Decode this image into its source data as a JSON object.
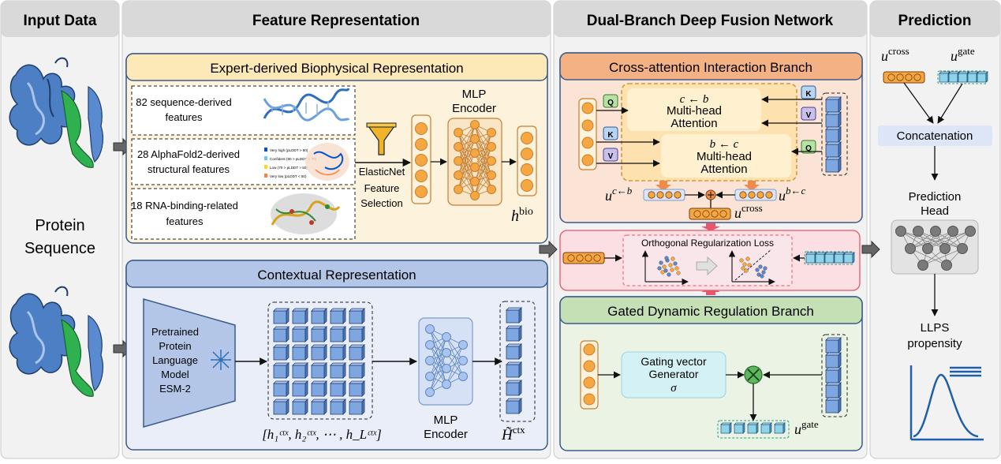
{
  "columns": {
    "input": "Input Data",
    "feature": "Feature Representation",
    "fusion": "Dual-Branch Deep Fusion Network",
    "prediction": "Prediction"
  },
  "input": {
    "line1": "Protein",
    "line2": "Sequence"
  },
  "expert": {
    "title": "Expert-derived Biophysical Representation",
    "f1_line1": "82 sequence-derived",
    "f1_line2": "features",
    "f2_line1": "28 AlphaFold2-derived",
    "f2_line2": "structural features",
    "f3_line1": "18 RNA-binding-related",
    "f3_line2": "features",
    "legend": [
      "Very high (pLDDT > 90)",
      "Confident (90 > pLDDT > 70)",
      "Low (70 > pLDDT > 50)",
      "Very low (pLDDT < 50)"
    ],
    "elasticnet": [
      "ElasticNet",
      "Feature",
      "Selection"
    ],
    "mlp_label": [
      "MLP",
      "Encoder"
    ],
    "h_main": "h",
    "h_sup": "bio"
  },
  "contextual": {
    "title": "Contextual Representation",
    "plm": [
      "Pretrained",
      "Protein",
      "Language",
      "Model",
      "ESM-2"
    ],
    "seq_label": "[h₁ᶜᵗˣ, h₂ᶜᵗˣ, ⋯ , h_Lᶜᵗˣ]",
    "mlp_label": [
      "MLP",
      "Encoder"
    ],
    "H_main": "H̃",
    "H_sup": "ctx"
  },
  "cross": {
    "title": "Cross-attention Interaction Branch",
    "att1_sub": "c ← b",
    "att1_line1": "Multi-head",
    "att1_line2": "Attention",
    "att2_sub": "b ← c",
    "att2_line1": "Multi-head",
    "att2_line2": "Attention",
    "q": "Q",
    "k": "K",
    "v": "V",
    "u_left_main": "u",
    "u_left_sup": "c←b",
    "u_right_main": "u",
    "u_right_sup": "b←c",
    "u_cross_main": "u",
    "u_cross_sup": "cross"
  },
  "ortho": {
    "title": "Orthogonal Regularization Loss"
  },
  "gated": {
    "title": "Gated Dynamic Regulation Branch",
    "gen_line1": "Gating vector",
    "gen_line2": "Generator",
    "gen_sigma": "σ",
    "u_gate_main": "u",
    "u_gate_sup": "gate"
  },
  "prediction": {
    "u_cross_main": "u",
    "u_cross_sup": "cross",
    "u_gate_main": "u",
    "u_gate_sup": "gate",
    "concat": "Concatenation",
    "head_line1": "Prediction",
    "head_line2": "Head",
    "out_line1": "LLPS",
    "out_line2": "propensity"
  },
  "colors": {
    "header_bg": "#d9d9d9",
    "column_bg": "#f2f2f2",
    "expert_bg": "#fdf3dd",
    "expert_header": "#fde8b8",
    "context_bg": "#e9eef8",
    "context_header": "#b4c6e7",
    "cross_bg": "#fbe4d5",
    "cross_header": "#f4b183",
    "gated_bg": "#ebf4e4",
    "gated_header": "#c5e0b4",
    "ortho_bg": "#fbdfe3",
    "node_orange": "#f5a742",
    "cube_blue": "#7ea6e0",
    "cube_teal": "#8fd3e8",
    "curve_blue": "#1f5fa8"
  }
}
